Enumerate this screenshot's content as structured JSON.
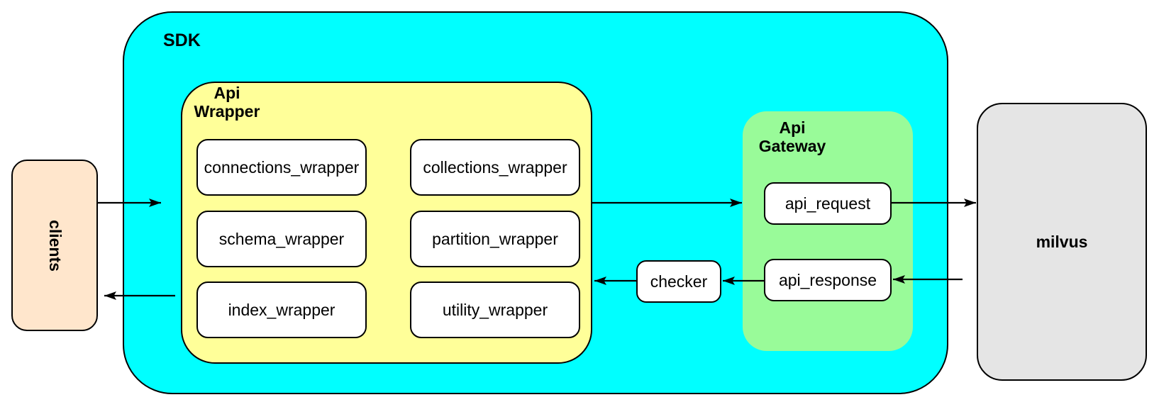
{
  "diagram": {
    "clients": {
      "label": "clients",
      "fill": "#FFE6CC"
    },
    "sdk": {
      "label": "SDK",
      "fill": "#00FFFF"
    },
    "api_wrapper": {
      "title": "Api\nWrapper",
      "fill": "#FFFF99",
      "modules": [
        {
          "label": "connections_wrapper"
        },
        {
          "label": "collections_wrapper"
        },
        {
          "label": "schema_wrapper"
        },
        {
          "label": "partition_wrapper"
        },
        {
          "label": "index_wrapper"
        },
        {
          "label": "utility_wrapper"
        }
      ]
    },
    "checker": {
      "label": "checker"
    },
    "api_gateway": {
      "title": "Api\nGateway",
      "fill": "#99FB99",
      "request": {
        "label": "api_request"
      },
      "response": {
        "label": "api_response"
      }
    },
    "milvus": {
      "label": "milvus",
      "fill": "#E5E5E5"
    },
    "arrow_color": "#000000"
  }
}
